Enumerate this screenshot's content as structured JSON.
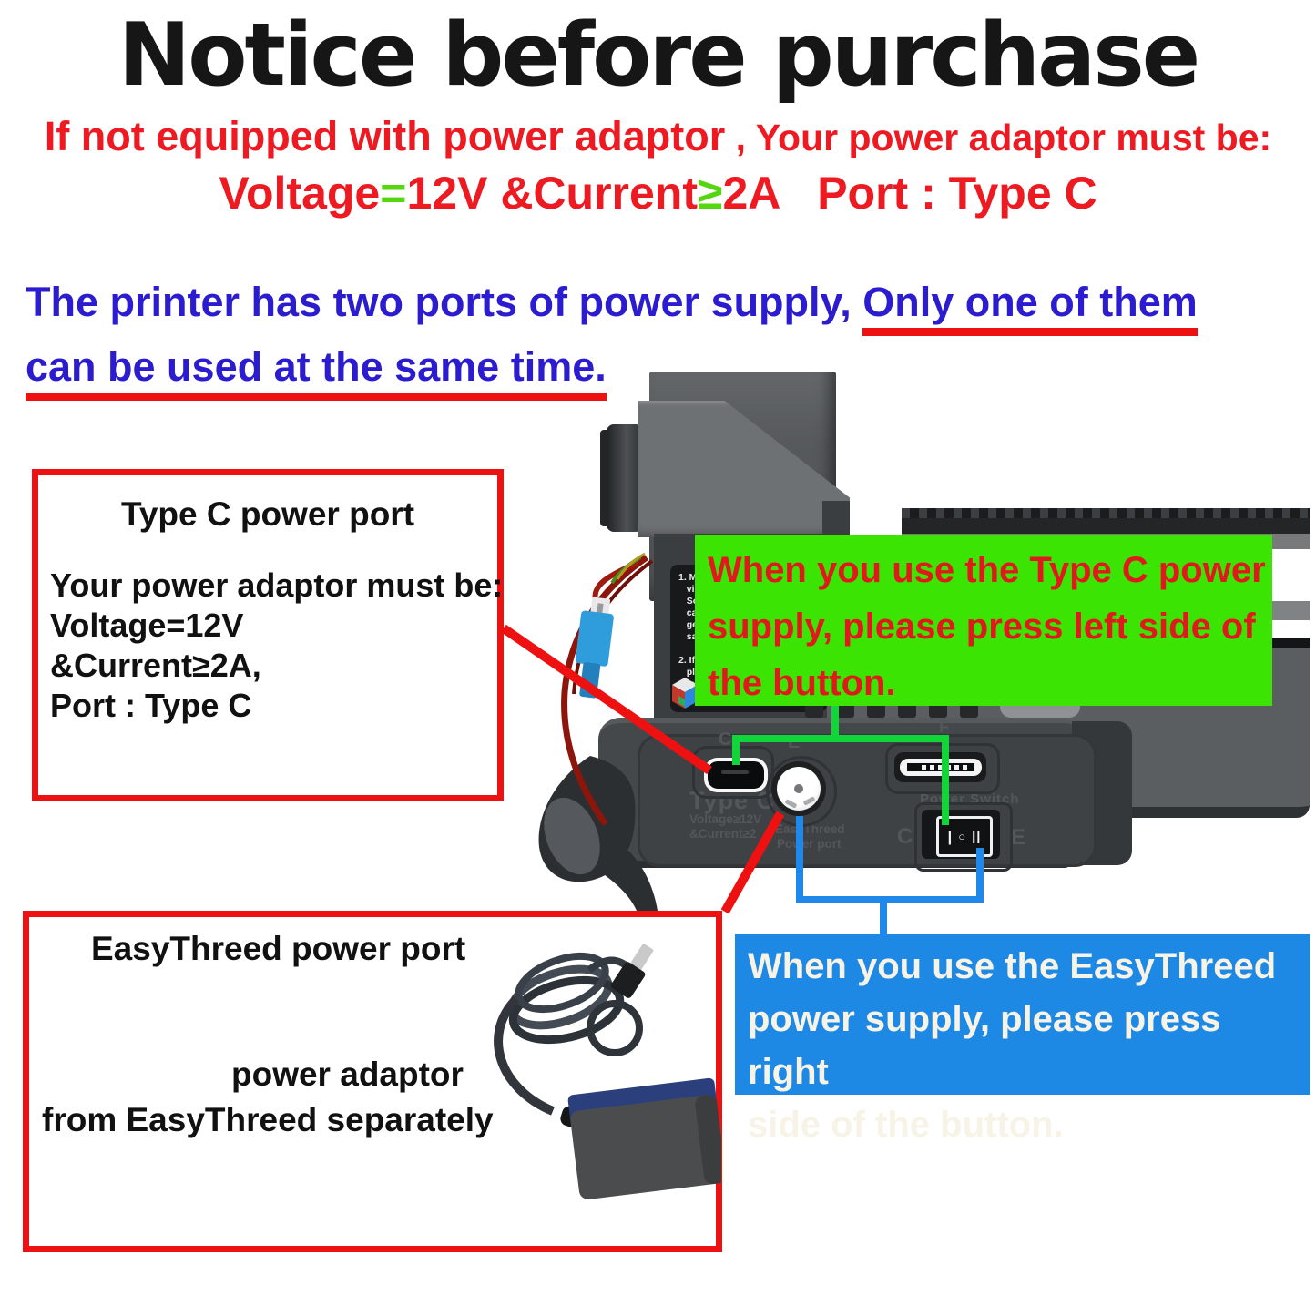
{
  "title": "Notice before purchase",
  "warning": {
    "line1_part1": "If not equipped with power adaptor",
    "line1_sep": " , ",
    "line1_part2": "Your power adaptor must be:",
    "voltage_label": "Voltage",
    "eq_sign": "=",
    "voltage_value": "12V ",
    "current_label": "&Current",
    "geq_sign": "≥",
    "current_value": "2A",
    "gap": "   ",
    "port_spec": "Port : Type C"
  },
  "intro": {
    "line1_normal": "The printer has two ports of power supply, ",
    "line1_underlined": "Only one of them",
    "line2_underlined": "can be used at the same time."
  },
  "typec_box": {
    "heading": "Type C power port",
    "lines": [
      "Your power adaptor must be:",
      "Voltage=12V",
      "&Current≥2A,",
      "Port : Type C"
    ]
  },
  "green_note": {
    "lines": [
      "When you use the Type C power",
      "supply, please press left side of",
      "the button."
    ]
  },
  "blue_note": {
    "lines": [
      "When you use the EasyThreed",
      "power supply, please press right",
      "side of the button."
    ]
  },
  "easythreed_box": {
    "heading": "EasyThreed power port",
    "caption_line1": "power adaptor",
    "caption_line2": "from EasyThreed separately"
  },
  "printer": {
    "sticker_text": "1. Mu\n   vid\n   Sof\n   car\n   get\n   sal\n\n2. If y\n   ple\n   tea",
    "panel": {
      "letter_c_top": "C",
      "letter_e_top": "E",
      "letter_f_top": "F",
      "typec_engraved_title": "Type C",
      "typec_engraved_volt": "Voltage≥12V",
      "typec_engraved_curr": "&Current≥2",
      "et_engraved_line1": "EasyThreed",
      "et_engraved_line2": "Power port",
      "switch_engraved": "Power Switch",
      "switch_left_letter": "C",
      "switch_right_letter": "E",
      "switch_glyphs": [
        "|",
        "○",
        "||"
      ]
    }
  },
  "colors": {
    "headline_red": "#ed1a21",
    "accent_green_sign": "#55d60e",
    "intro_blue": "#2b1ccf",
    "underline_red": "#ee1111",
    "note_green_bg": "#3ce404",
    "note_green_text": "#e01a1c",
    "note_blue_bg": "#1e88e5",
    "note_blue_text": "#f7f3e6",
    "annotation_green_line": "#12d53a",
    "annotation_blue_line": "#1f88e8",
    "annotation_red_line": "#ee1111",
    "printer_body_grey": "#45484b"
  }
}
